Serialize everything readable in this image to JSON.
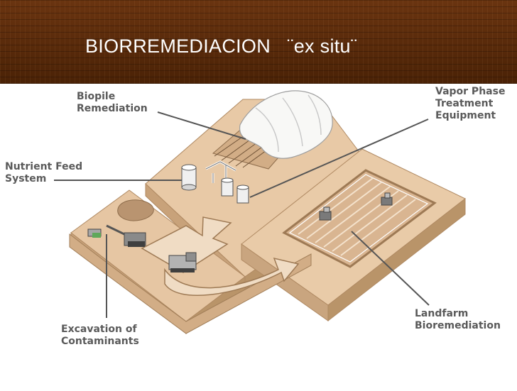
{
  "slide": {
    "title": "BIORREMEDIACION   ¨ex situ¨"
  },
  "labels": {
    "biopile": [
      "Biopile",
      "Remediation"
    ],
    "vapor": [
      "Vapor Phase",
      "Treatment",
      "Equipment"
    ],
    "nutrient": [
      "Nutrient Feed",
      "System"
    ],
    "excavation": [
      "Excavation of",
      "Contaminants"
    ],
    "landfarm": [
      "Landfarm",
      "Bioremediation"
    ]
  },
  "colors": {
    "header_bg": "#5a2c08",
    "soil_top": "#e6c6a3",
    "soil_side": "#c9a57f",
    "label_text": "#5a5a5a"
  }
}
